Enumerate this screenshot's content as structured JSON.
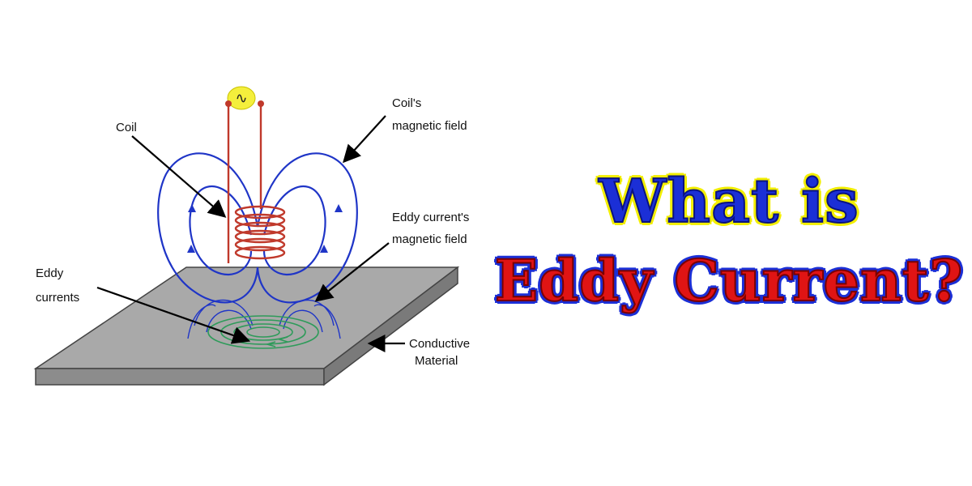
{
  "diagram": {
    "labels": {
      "coil": "Coil",
      "coil_field_1": "Coil's",
      "coil_field_2": "magnetic field",
      "eddy_field_1": "Eddy current's",
      "eddy_field_2": "magnetic field",
      "eddy_1": "Eddy",
      "eddy_2": "currents",
      "conductive_1": "Conductive",
      "conductive_2": "Material"
    },
    "source_symbol": "∿",
    "colors": {
      "plate_top": "#a9a9a9",
      "plate_side": "#8c8c8c",
      "field_lines": "#1f35c7",
      "coil": "#c0392b",
      "eddy_currents": "#2e9b5a",
      "source": "#f4ef3c",
      "arrows": "#000000"
    }
  },
  "headline": {
    "line1": "What is",
    "line2": "Eddy Current?",
    "colors": {
      "line1_fill": "#1b2fd6",
      "line1_outline": "#f2ee00",
      "line2_fill": "#e01414",
      "line2_outline": "#1b2fd6"
    }
  }
}
